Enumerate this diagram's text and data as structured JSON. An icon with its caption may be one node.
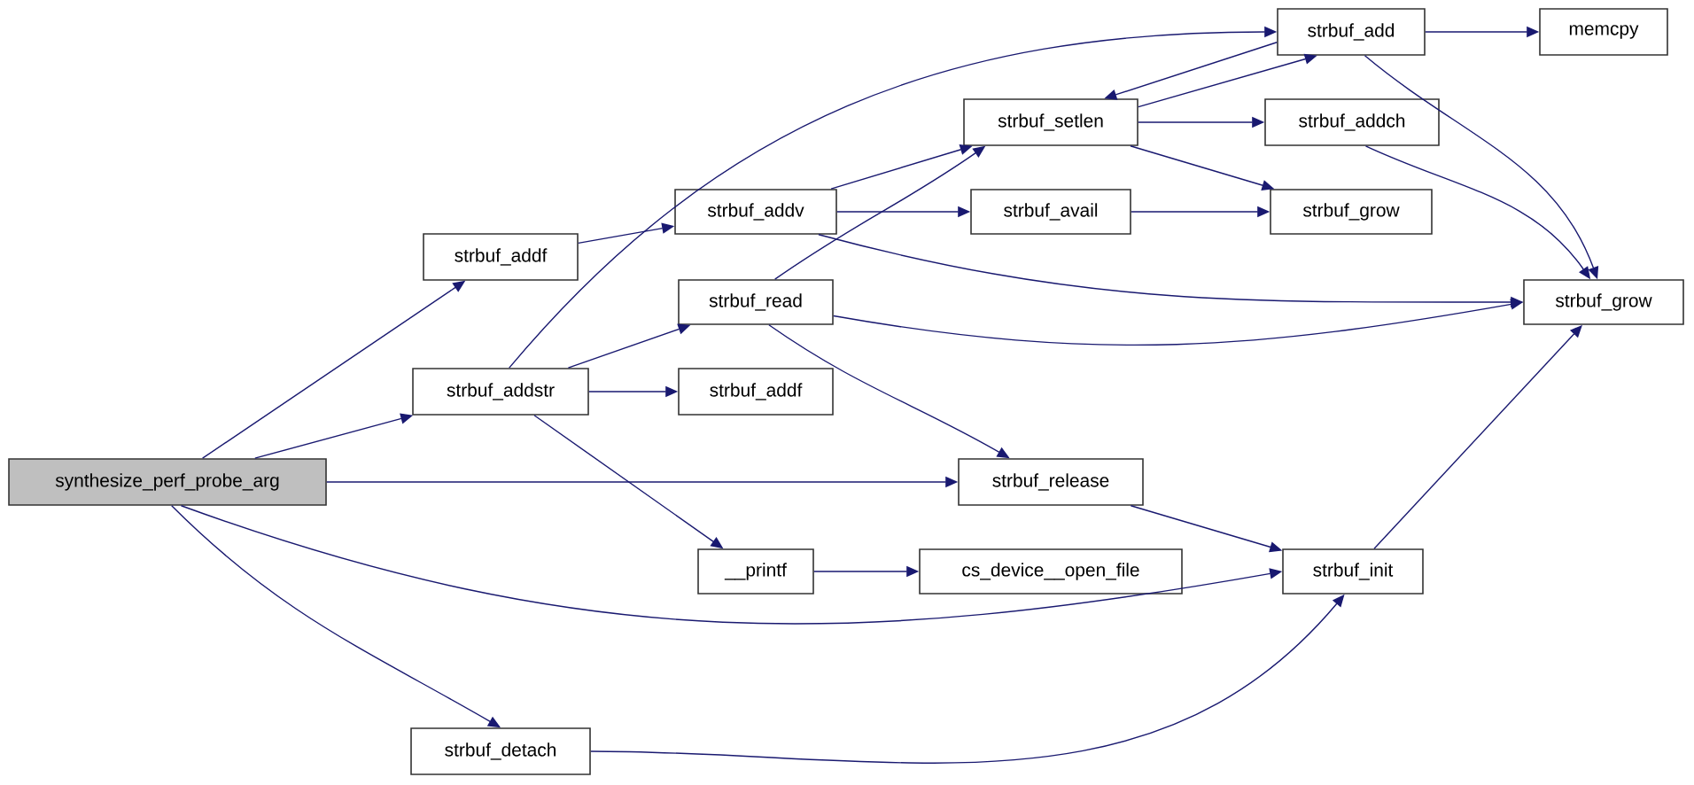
{
  "diagram": {
    "nodes": [
      {
        "text": [
          "synthesize_perf_probe_arg"
        ]
      },
      {
        "text": [
          "strbuf_addf"
        ]
      },
      {
        "text": [
          "strbuf_addstr"
        ]
      },
      {
        "text": [
          "strbuf_detach"
        ]
      },
      {
        "text": [
          "strbuf_addv"
        ]
      },
      {
        "text": [
          "strbuf_read"
        ]
      },
      {
        "text": [
          "strbuf_addf"
        ]
      },
      {
        "text": [
          "__printf"
        ]
      },
      {
        "text": [
          "strbuf_add"
        ]
      },
      {
        "text": [
          "memcpy"
        ]
      },
      {
        "text": [
          "strbuf_setlen"
        ]
      },
      {
        "text": [
          "strbuf_addch"
        ]
      },
      {
        "text": [
          "strbuf_avail"
        ]
      },
      {
        "text": [
          "strbuf_grow"
        ]
      },
      {
        "text": [
          "strbuf_grow"
        ]
      },
      {
        "text": [
          "strbuf_release"
        ]
      },
      {
        "text": [
          "cs_device__open_file"
        ]
      },
      {
        "text": [
          "strbuf_init"
        ]
      }
    ],
    "edges": [
      {
        "from": 0,
        "to": 1,
        "arrow": "to"
      },
      {
        "from": 0,
        "to": 2,
        "arrow": "to"
      },
      {
        "from": 0,
        "to": 15,
        "arrow": "to"
      },
      {
        "from": 0,
        "to": 17,
        "arrow": "to"
      },
      {
        "from": 0,
        "to": 3,
        "arrow": "to"
      },
      {
        "from": 1,
        "to": 4,
        "arrow": "to"
      },
      {
        "from": 2,
        "to": 8,
        "arrow": "to"
      },
      {
        "from": 2,
        "to": 5,
        "arrow": "to"
      },
      {
        "from": 2,
        "to": 6,
        "arrow": "to"
      },
      {
        "from": 2,
        "to": 7,
        "arrow": "to"
      },
      {
        "from": 4,
        "to": 10,
        "arrow": "to"
      },
      {
        "from": 4,
        "to": 12,
        "arrow": "to"
      },
      {
        "from": 4,
        "to": 14,
        "arrow": "to"
      },
      {
        "from": 5,
        "to": 10,
        "arrow": "to"
      },
      {
        "from": 5,
        "to": 14,
        "arrow": "to"
      },
      {
        "from": 5,
        "to": 15,
        "arrow": "to"
      },
      {
        "from": 7,
        "to": 16,
        "arrow": "to"
      },
      {
        "from": 3,
        "to": 17,
        "arrow": "to"
      },
      {
        "from": 8,
        "to": 9,
        "arrow": "to"
      },
      {
        "from": 8,
        "to": 10,
        "arrow": "to"
      },
      {
        "from": 8,
        "to": 14,
        "arrow": "to"
      },
      {
        "from": 10,
        "to": 8,
        "arrow": "to"
      },
      {
        "from": 10,
        "to": 11,
        "arrow": "to"
      },
      {
        "from": 10,
        "to": 13,
        "arrow": "to"
      },
      {
        "from": 11,
        "to": 14,
        "arrow": "to"
      },
      {
        "from": 12,
        "to": 13,
        "arrow": "to"
      },
      {
        "from": 15,
        "to": 17,
        "arrow": "to"
      },
      {
        "from": 17,
        "to": 14,
        "arrow": "to"
      }
    ]
  }
}
